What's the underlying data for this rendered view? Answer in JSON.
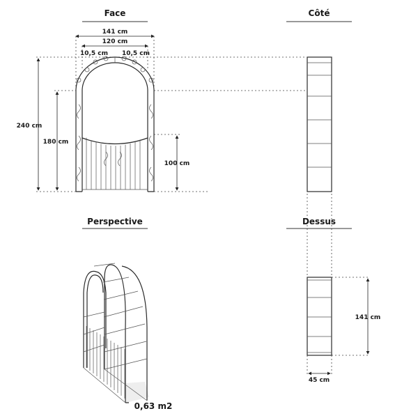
{
  "views": {
    "face": {
      "title": "Face",
      "width_outer": "141 cm",
      "width_inner": "120 cm",
      "side_left": "10,5 cm",
      "side_right": "10,5 cm",
      "height_total": "240 cm",
      "height_straight": "180 cm",
      "gate_height": "100 cm"
    },
    "cote": {
      "title": "Côté"
    },
    "perspective": {
      "title": "Perspective",
      "area": "0,63 m2"
    },
    "dessus": {
      "title": "Dessus",
      "length": "141 cm",
      "depth": "45 cm"
    }
  },
  "colors": {
    "line": "#2a2a2a",
    "background": "#ffffff"
  }
}
